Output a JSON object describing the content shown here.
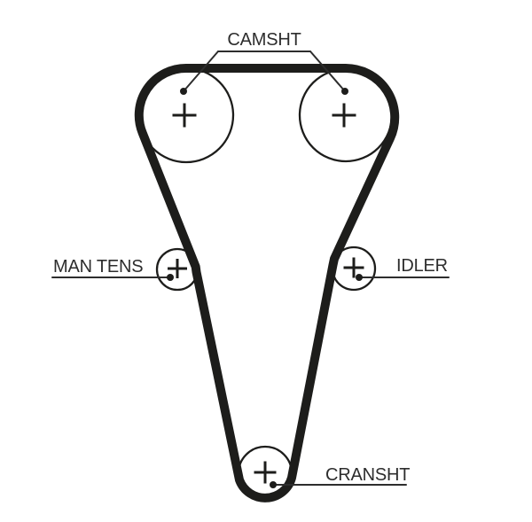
{
  "diagram": {
    "type": "timing-belt-routing",
    "background_color": "#ffffff",
    "belt_color": "#1d1d1b",
    "outline_color": "#1d1d1b",
    "text_color": "#2d2d2d",
    "labels": {
      "camshaft": "CAMSHT",
      "manual_tensioner": "MAN TENS",
      "idler": "IDLER",
      "crankshaft": "CRANSHT"
    },
    "pulleys": [
      {
        "name": "camshaft-left",
        "label": "CAMSHT",
        "marker": "+"
      },
      {
        "name": "camshaft-right",
        "label": "CAMSHT",
        "marker": "+"
      },
      {
        "name": "manual-tensioner",
        "label": "MAN TENS",
        "marker": "+"
      },
      {
        "name": "idler",
        "label": "IDLER",
        "marker": "+"
      },
      {
        "name": "crankshaft",
        "label": "CRANSHT",
        "marker": "+"
      }
    ]
  }
}
